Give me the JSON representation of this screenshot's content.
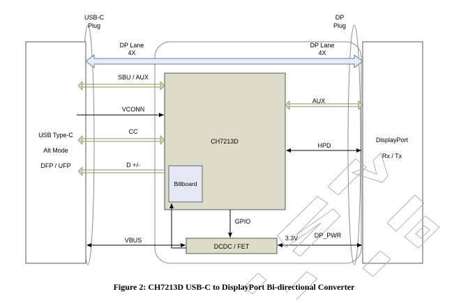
{
  "diagram": {
    "plug_left": [
      "USB-C",
      "Plug"
    ],
    "plug_right": [
      "DP",
      "Plug"
    ],
    "dp_lane_left": [
      "DP Lane",
      "4X"
    ],
    "dp_lane_right": [
      "DP Lane",
      "4X"
    ],
    "signals": {
      "sbu": "SBU / AUX",
      "vconn": "VCONN",
      "cc": "CC",
      "d": "D +/-",
      "aux": "AUX",
      "hpd": "HPD",
      "gpio": "GPIO",
      "vbus": "VBUS",
      "v33": "3.3V",
      "dp_pwr": "DP_PWR"
    },
    "left_box": {
      "line1": "USB Type-C",
      "line2": "Alt Mode",
      "line3": "DFP / UFP"
    },
    "right_box": {
      "line1": "DisplayPort",
      "line2": "Rx / Tx"
    },
    "chip": "CH7213D",
    "billboard": "Billboard",
    "dcdc": "DCDC  / FET"
  },
  "caption": "Figure 2: CH7213D USB-C to DisplayPort Bi-directional Converter",
  "colors": {
    "chip_fill": "#dcdcc8",
    "billboard_fill": "#e6e8f6",
    "bus_arrow_fill": "#e4ecf8",
    "wire_hollow": "#c8d8b0"
  }
}
